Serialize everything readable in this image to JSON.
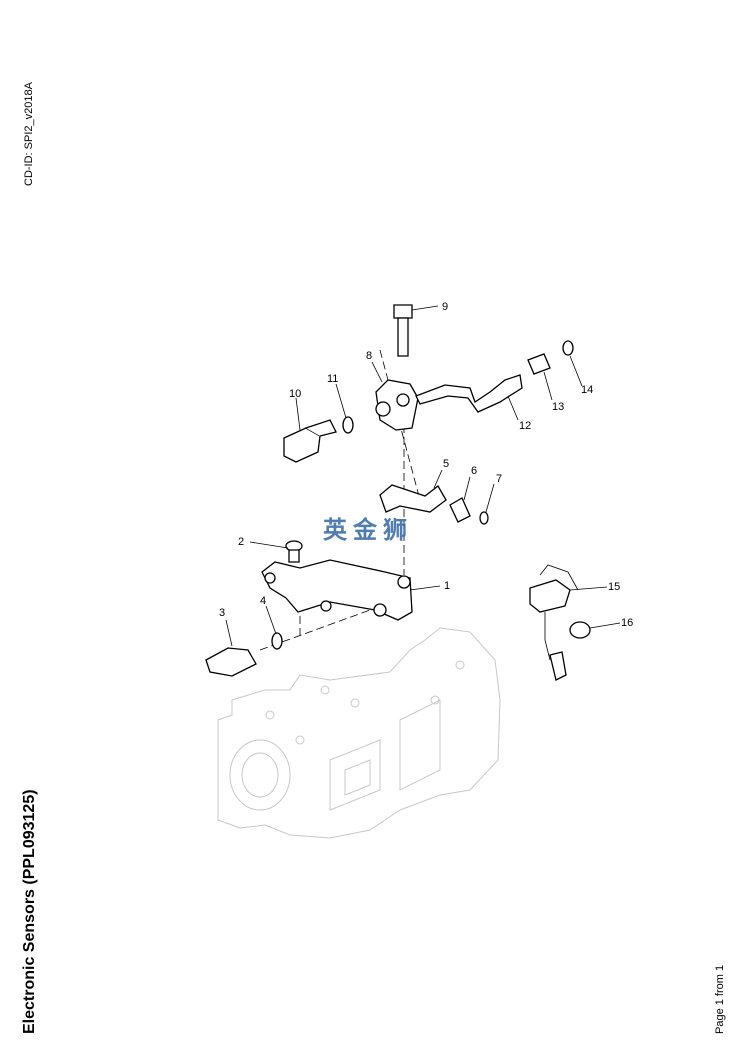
{
  "header": {
    "cd_id": "CD-ID: SPI2_v2018A"
  },
  "footer": {
    "title": "Electronic Sensors (PPL093125)",
    "page": "Page 1 from 1"
  },
  "watermark": "英金狮",
  "callouts": [
    "1",
    "2",
    "3",
    "4",
    "5",
    "6",
    "7",
    "8",
    "9",
    "10",
    "11",
    "12",
    "13",
    "14",
    "15",
    "16"
  ]
}
